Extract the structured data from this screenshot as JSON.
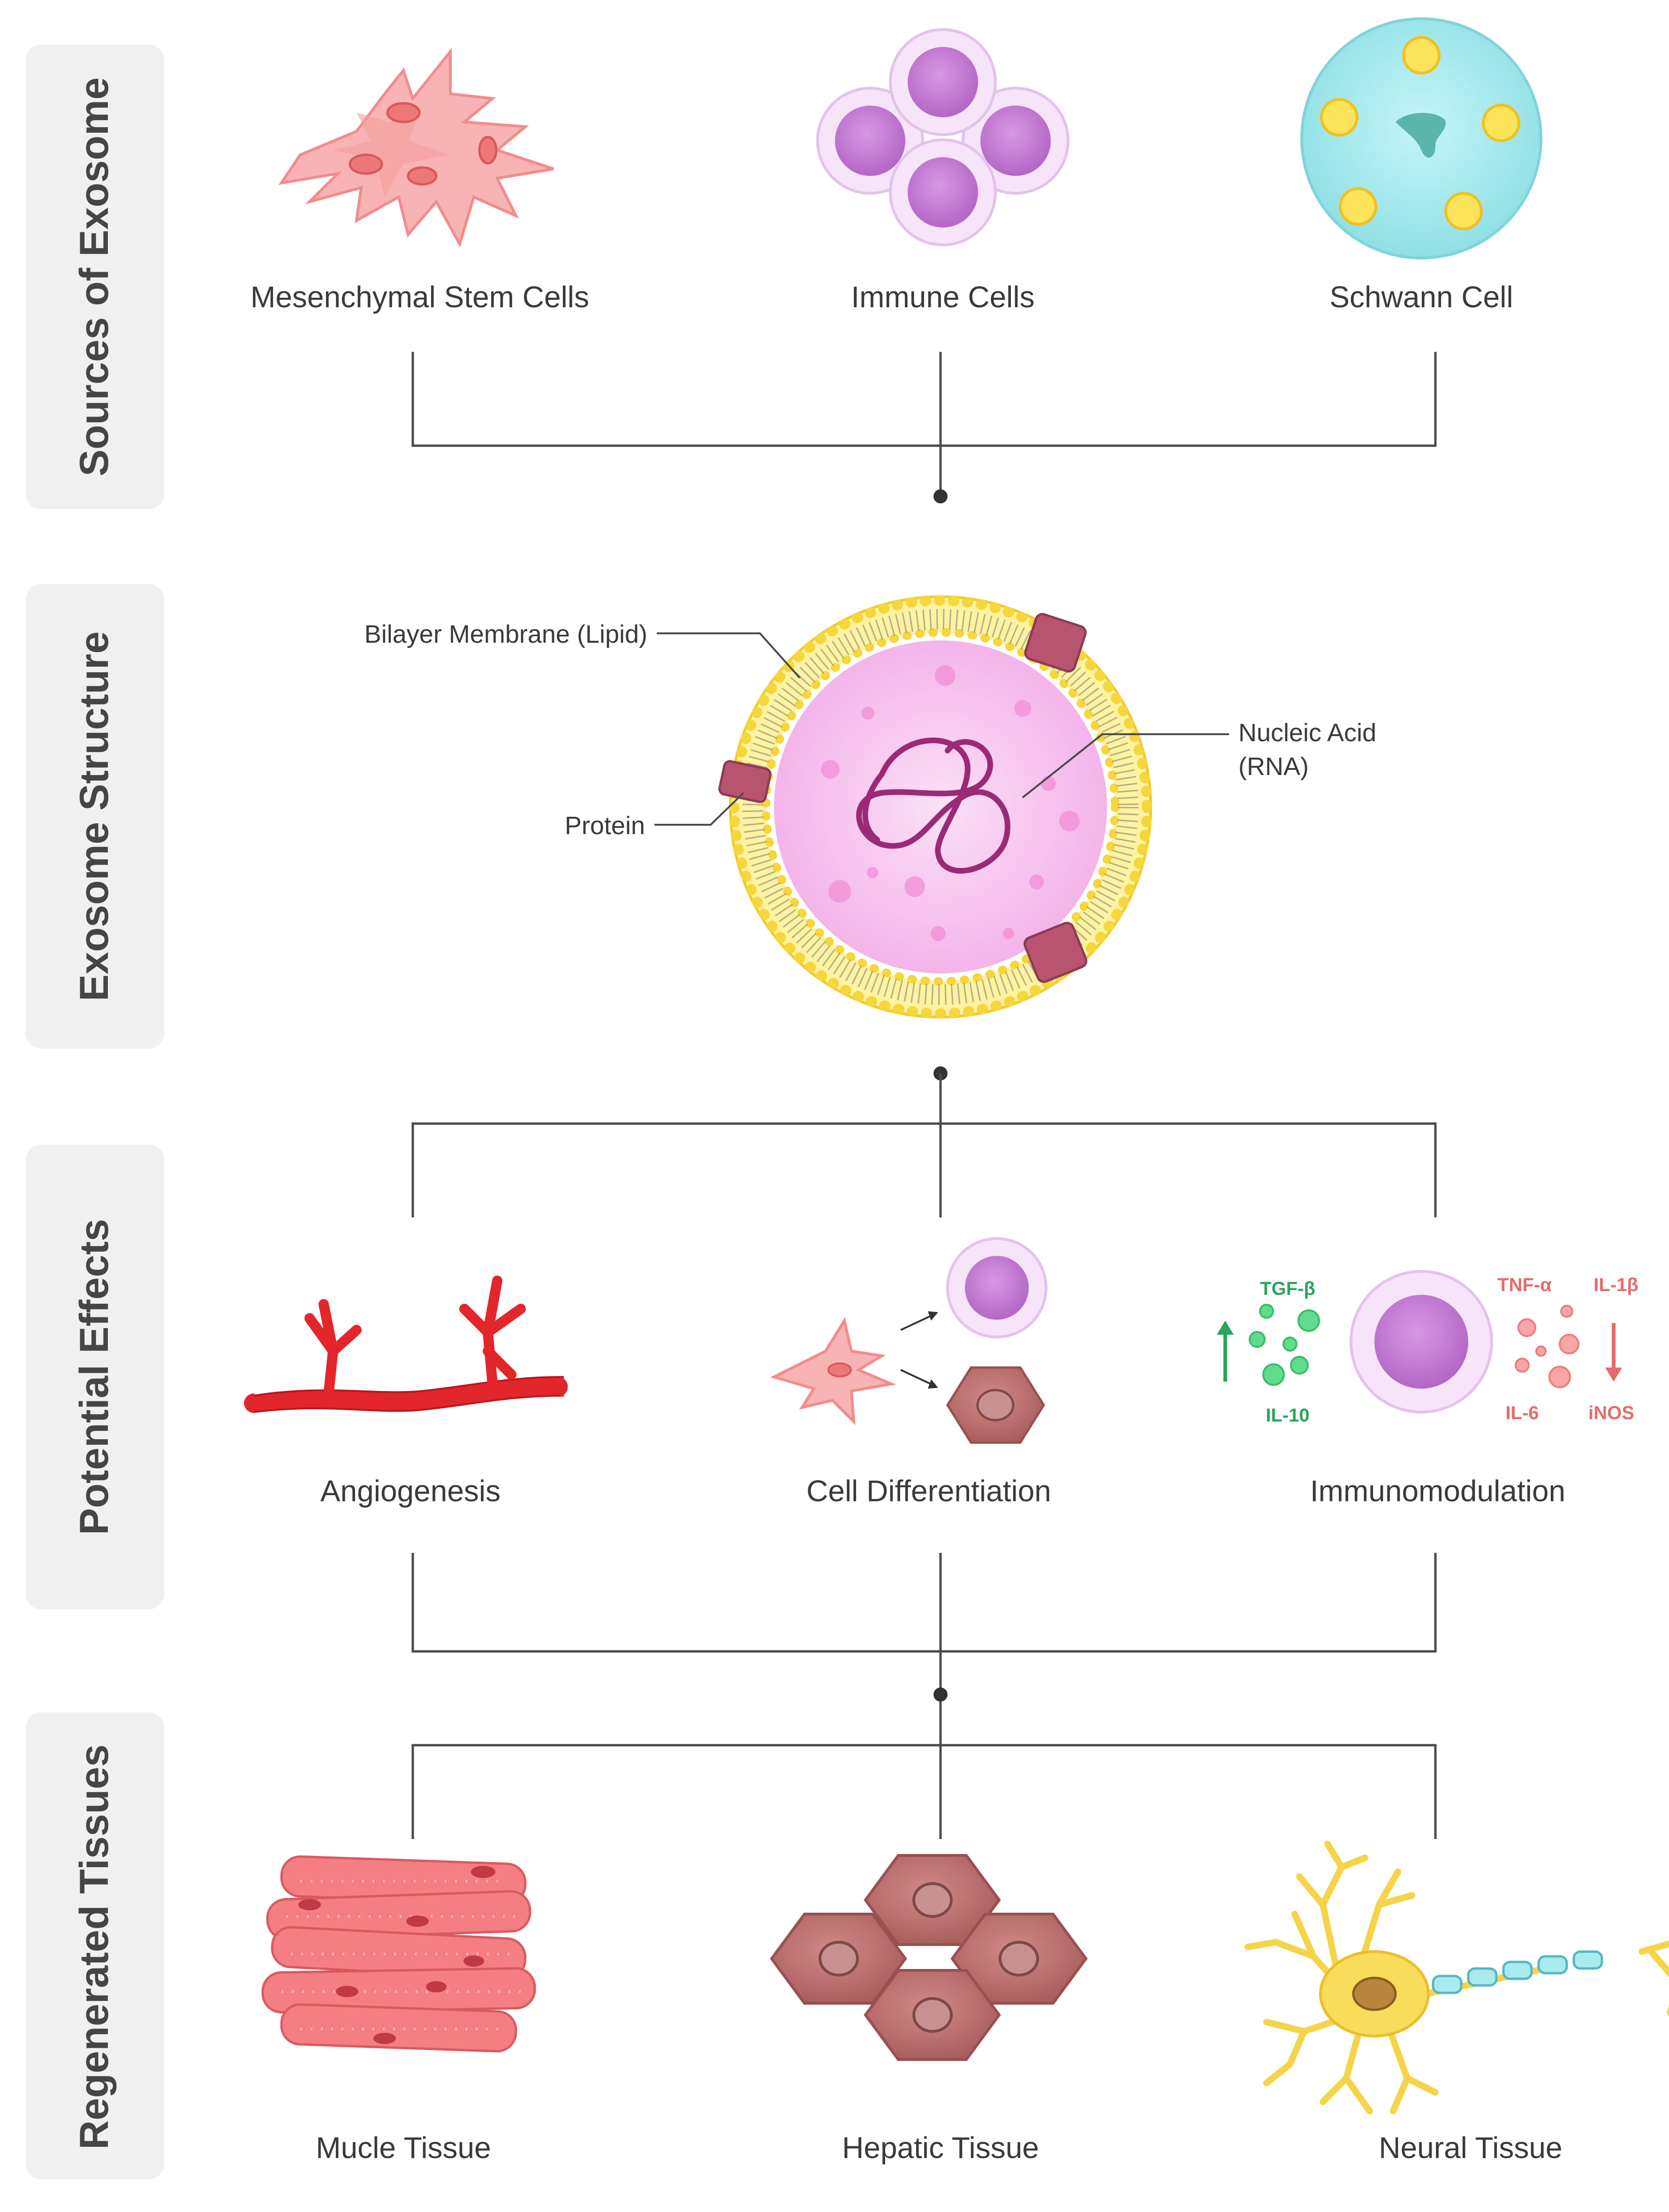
{
  "sections": {
    "sources": "Sources of Exosome",
    "structure": "Exosome Structure",
    "effects": "Potential Effects",
    "tissues": "Regenerated Tissues"
  },
  "sources": {
    "mesenchymal": "Mesenchymal Stem Cells",
    "immune": "Immune Cells",
    "schwann": "Schwann Cell"
  },
  "structure": {
    "membrane": "Bilayer Membrane (Lipid)",
    "protein": "Protein",
    "nucleic_line1": "Nucleic Acid",
    "nucleic_line2": "(RNA)"
  },
  "effects": {
    "angiogenesis": "Angiogenesis",
    "differentiation": "Cell Differentiation",
    "immunomodulation": "Immunomodulation",
    "cytokines": {
      "up1": "TGF-β",
      "up2": "IL-10",
      "down1": "TNF-α",
      "down2": "IL-1β",
      "down3": "IL-6",
      "down4": "iNOS"
    }
  },
  "tissues": {
    "muscle": "Mucle Tissue",
    "hepatic": "Hepatic Tissue",
    "neural": "Neural Tissue"
  },
  "colors": {
    "panel": "#f0f0f0",
    "up": "#2aa55a",
    "down": "#e86a6a",
    "vessel": "#e2262c",
    "stem": "#f6a7a7",
    "immune": "#c97bd8",
    "schwann": "#a8ebee",
    "hepatic": "#b86c6c",
    "neural": "#f6d44a"
  }
}
